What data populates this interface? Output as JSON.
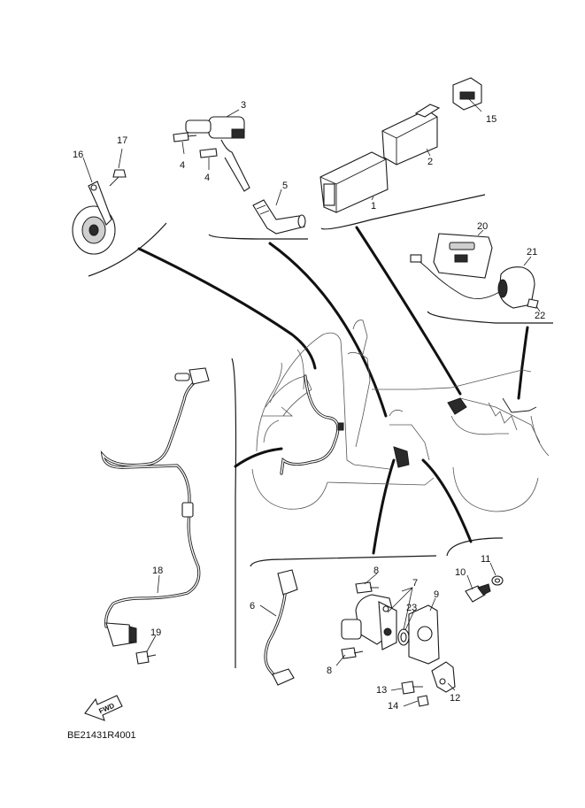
{
  "diagram": {
    "code": "BE21431R4001",
    "direction_label": "FWD",
    "colors": {
      "ink": "#1a1a1a",
      "background": "#ffffff"
    },
    "callouts": {
      "c1": "1",
      "c2": "2",
      "c3": "3",
      "c4a": "4",
      "c4b": "4",
      "c5": "5",
      "c6": "6",
      "c7": "7",
      "c8a": "8",
      "c8b": "8",
      "c9": "9",
      "c10": "10",
      "c11": "11",
      "c12": "12",
      "c13": "13",
      "c14": "14",
      "c15": "15",
      "c16": "16",
      "c17": "17",
      "c18": "18",
      "c19": "19",
      "c20": "20",
      "c21": "21",
      "c22": "22",
      "c23": "23"
    }
  }
}
